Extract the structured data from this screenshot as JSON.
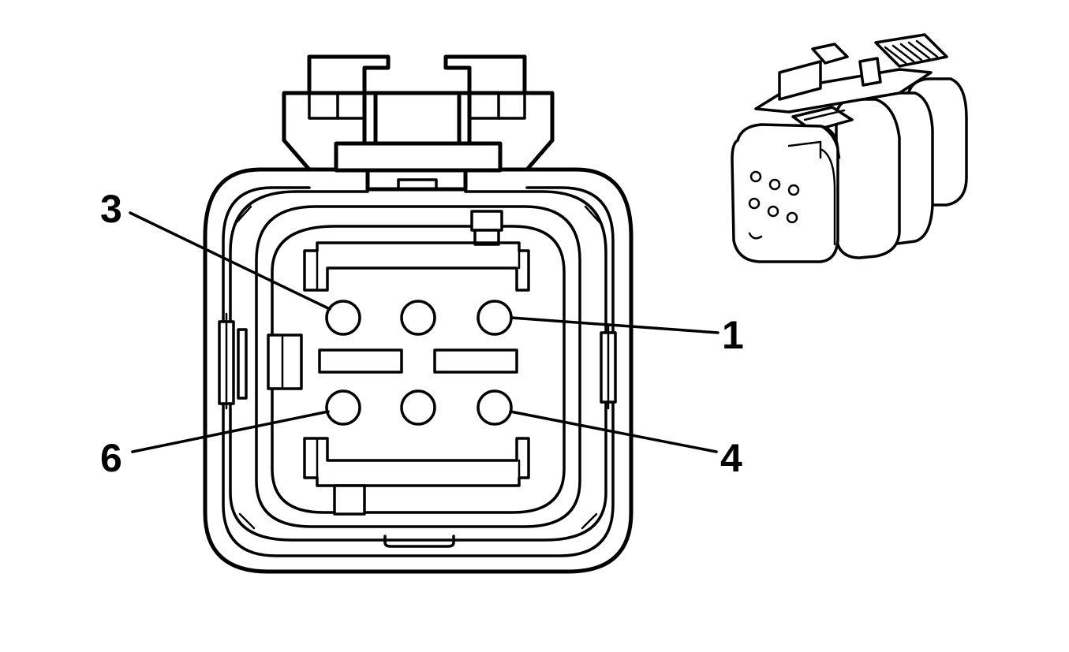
{
  "diagram": {
    "pin_labels": [
      {
        "id": "pin-3",
        "text": "3"
      },
      {
        "id": "pin-1",
        "text": "1"
      },
      {
        "id": "pin-6",
        "text": "6"
      },
      {
        "id": "pin-4",
        "text": "4"
      }
    ],
    "colors": {
      "line": "#000000",
      "background": "#ffffff"
    }
  }
}
